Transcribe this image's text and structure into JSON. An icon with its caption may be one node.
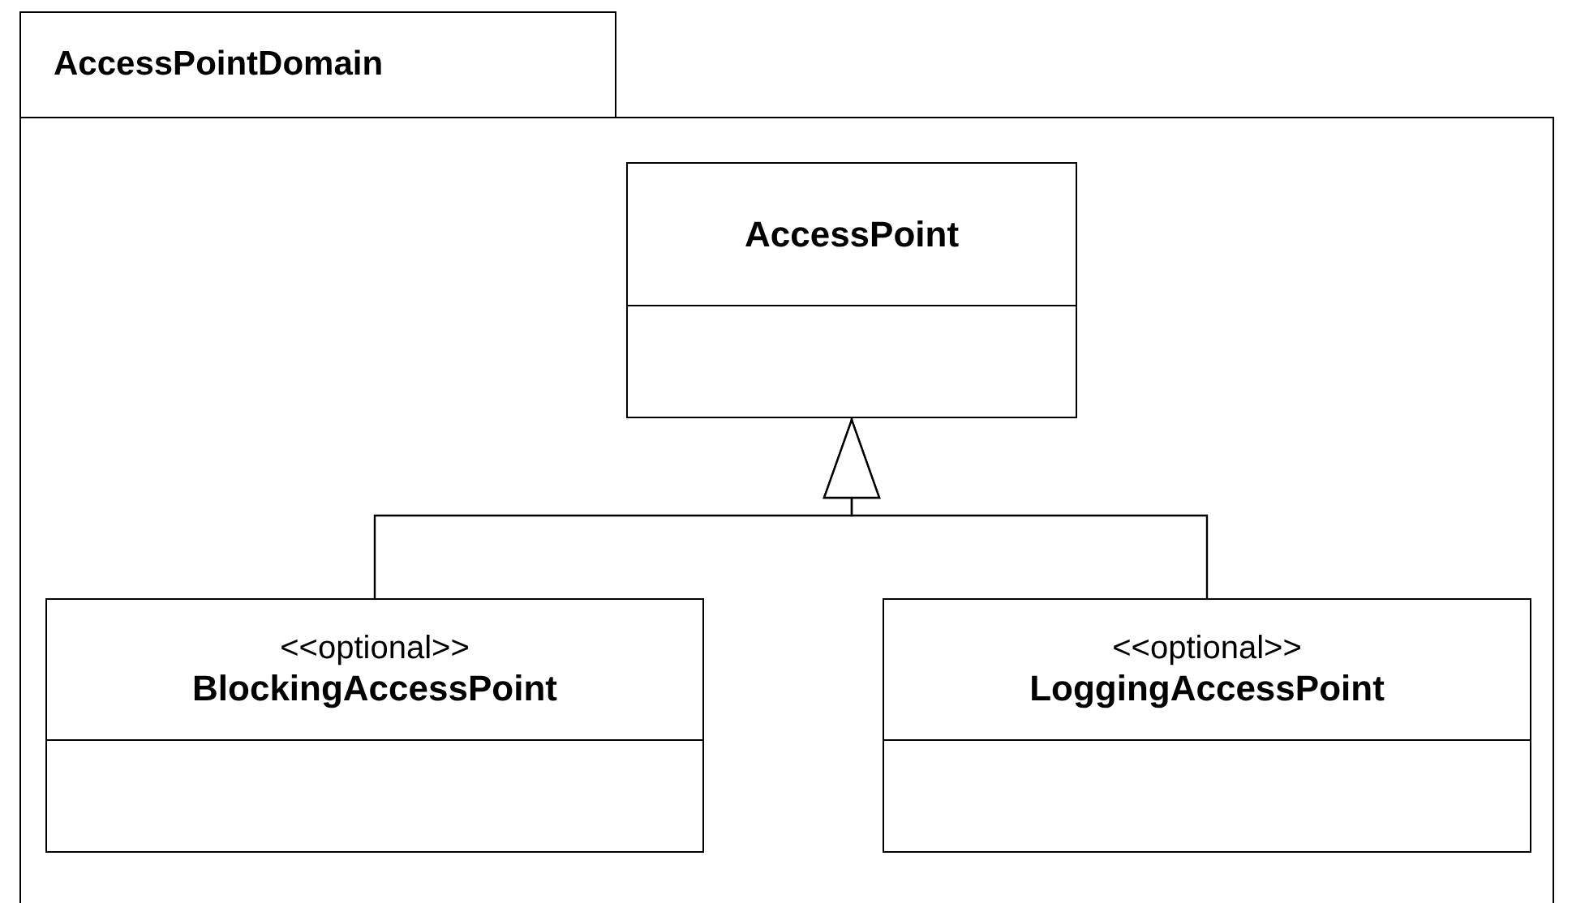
{
  "diagram": {
    "nodes": [
      {
        "text": [
          "AccessPointDomain"
        ]
      },
      {
        "text": [
          "AccessPoint"
        ],
        "in": 0
      },
      {
        "text": [
          "<<optional>>",
          "BlockingAccessPoint"
        ],
        "in": 0
      },
      {
        "text": [
          "<<optional>>",
          "LoggingAccessPoint"
        ],
        "in": 0
      }
    ],
    "edges": [
      {
        "from": 2,
        "to": 1,
        "arrow": "to"
      },
      {
        "from": 3,
        "to": 1,
        "arrow": "to"
      }
    ]
  }
}
